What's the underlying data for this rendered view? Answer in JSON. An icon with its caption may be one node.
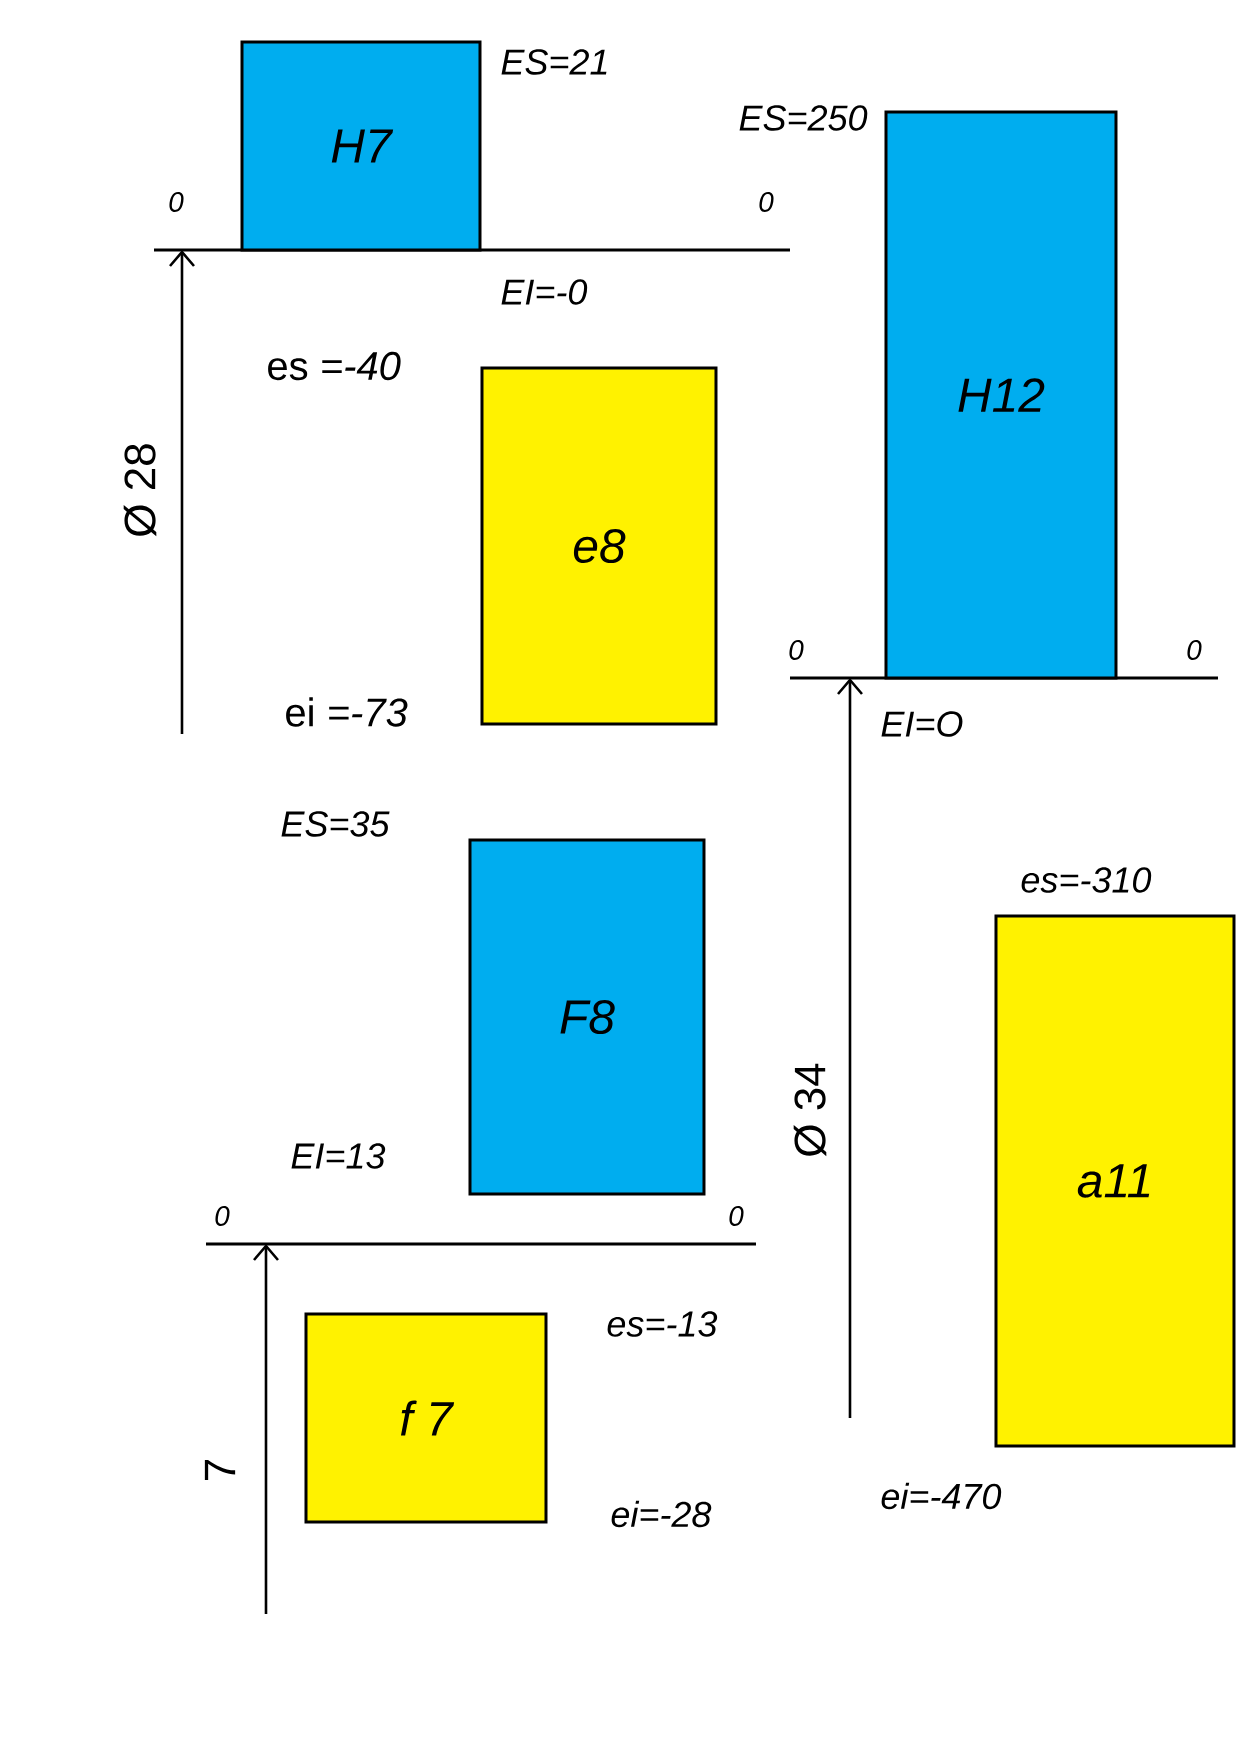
{
  "diagram": {
    "nodes": [
      {
        "text": [
          "H7"
        ],
        "beside": [
          "ES=21",
          "EI=-0"
        ]
      },
      {
        "text": [
          "H12"
        ],
        "beside": [
          "ES=250",
          "EI=O"
        ]
      },
      {
        "text": [
          "e8"
        ],
        "beside": [
          "es *=-40*",
          "ei *=-73*"
        ]
      },
      {
        "text": [
          "F8"
        ],
        "beside": [
          "ES=35",
          "EI=13"
        ]
      },
      {
        "text": [
          "f 7"
        ],
        "beside": [
          "es=-13",
          "ei=-28"
        ]
      },
      {
        "text": [
          "a11"
        ],
        "beside": [
          "es=-310",
          "ei=-470"
        ]
      }
    ],
    "labels": [
      "0",
      "0",
      "Ø 28",
      "0",
      "0",
      "Ø 34",
      "0",
      "0",
      "7"
    ]
  }
}
